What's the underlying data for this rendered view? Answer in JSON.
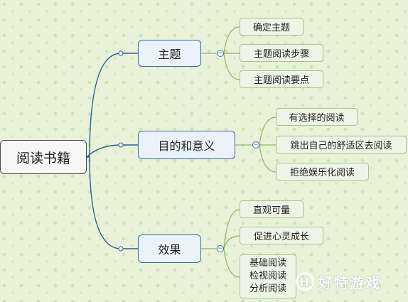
{
  "mindmap": {
    "root": "阅读书籍",
    "branches": [
      {
        "label": "主题",
        "children": [
          "确定主题",
          "主题阅读步骤",
          "主题阅读要点"
        ]
      },
      {
        "label": "目的和意义",
        "children": [
          "有选择的阅读",
          "跳出自己的舒适区去阅读",
          "拒绝娱乐化阅读"
        ]
      },
      {
        "label": "效果",
        "children": [
          "直观可量",
          "促进心灵成长",
          "基础阅读\n检视阅读\n分析阅读"
        ]
      }
    ],
    "collapse_symbol": "−"
  },
  "watermark": {
    "logo": "H",
    "text": "好特游戏"
  },
  "colors": {
    "link_color": "#2e5f8a",
    "leaf_link_color": "#8fb36a"
  }
}
